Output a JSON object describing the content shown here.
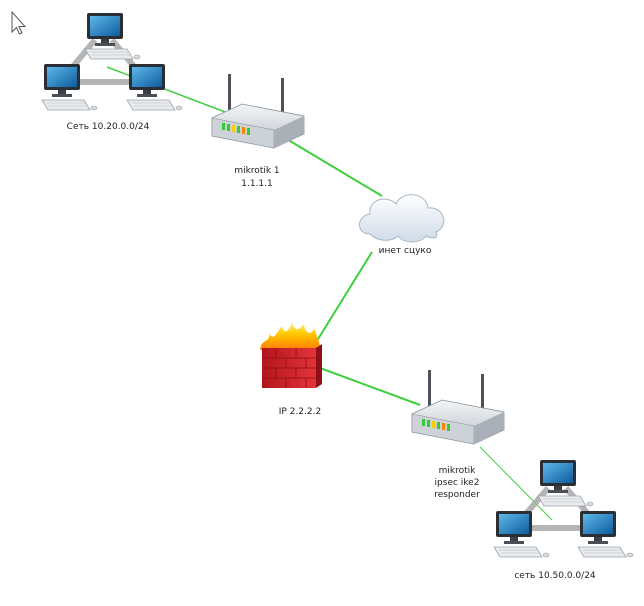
{
  "diagram": {
    "network_a_label": "Сеть 10.20.0.0/24",
    "router1_name": "mikrotik 1",
    "router1_ip": "1.1.1.1",
    "cloud_label": "инет сцуко",
    "firewall_label": "IP 2.2.2.2",
    "router2_line1": "mikrotik",
    "router2_line2": "ipsec ike2",
    "router2_line3": "responder",
    "network_b_label": "сеть 10.50.0.0/24"
  },
  "colors": {
    "link": "#3ecf3e",
    "firewall_brick": "#c81c22",
    "cloud": "#e6eef6",
    "router_body": "#d9dde2",
    "screen": "#1e86c8"
  }
}
